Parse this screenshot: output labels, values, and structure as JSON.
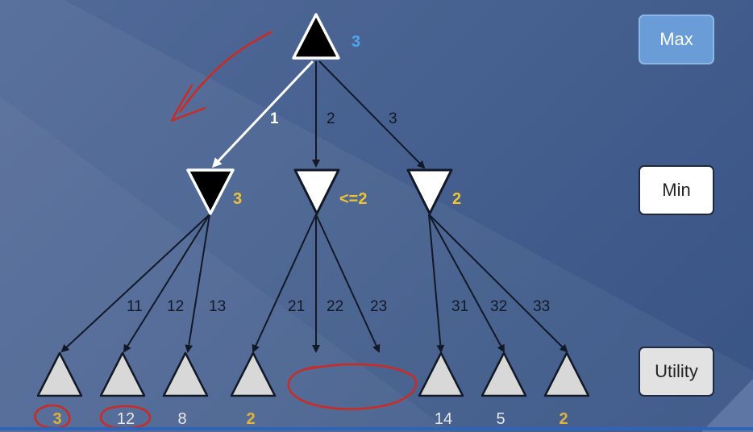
{
  "legend": {
    "max_label": "Max",
    "min_label": "Min",
    "utility_label": "Utility"
  },
  "root": {
    "value": "3"
  },
  "top_edges": [
    "1",
    "2",
    "3"
  ],
  "min_nodes": [
    {
      "value": "3",
      "selected": true
    },
    {
      "value": "<=2",
      "selected": false
    },
    {
      "value": "2",
      "selected": false
    }
  ],
  "leaf_edges": [
    "11",
    "12",
    "13",
    "21",
    "22",
    "23",
    "31",
    "32",
    "33"
  ],
  "leaves": [
    "3",
    "12",
    "8",
    "2",
    "14",
    "5",
    "2"
  ],
  "colors": {
    "root_value": "#4ea6ee",
    "min_value": "#f1c232",
    "leaf_highlight": "#e0b33a",
    "leaf_plain": "#e8e8ea",
    "annotation": "#cc2a22"
  }
}
